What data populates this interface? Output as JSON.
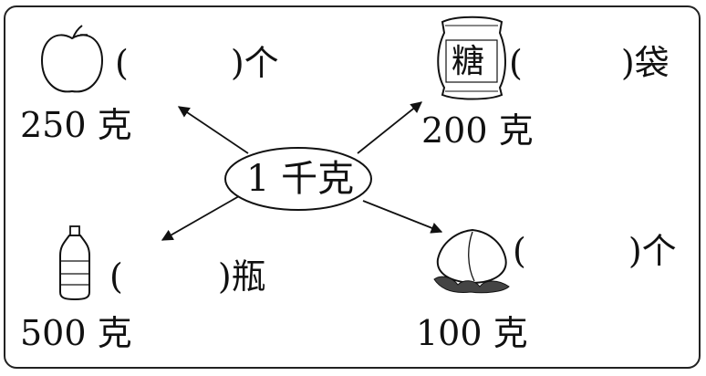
{
  "center": {
    "label": "1 千克"
  },
  "items": [
    {
      "name": "apple",
      "icon": "apple-icon",
      "weight": "250 克",
      "open": "(",
      "close": ")",
      "unit": "个"
    },
    {
      "name": "sugar",
      "icon": "sugar-bag-icon",
      "icon_text": "糖",
      "weight": "200 克",
      "open": "(",
      "close": ")",
      "unit": "袋"
    },
    {
      "name": "bottle",
      "icon": "water-bottle-icon",
      "weight": "500 克",
      "open": "(",
      "close": ")",
      "unit": "瓶"
    },
    {
      "name": "peach",
      "icon": "peach-icon",
      "weight": "100 克",
      "open": "(",
      "close": ")",
      "unit": "个"
    }
  ]
}
